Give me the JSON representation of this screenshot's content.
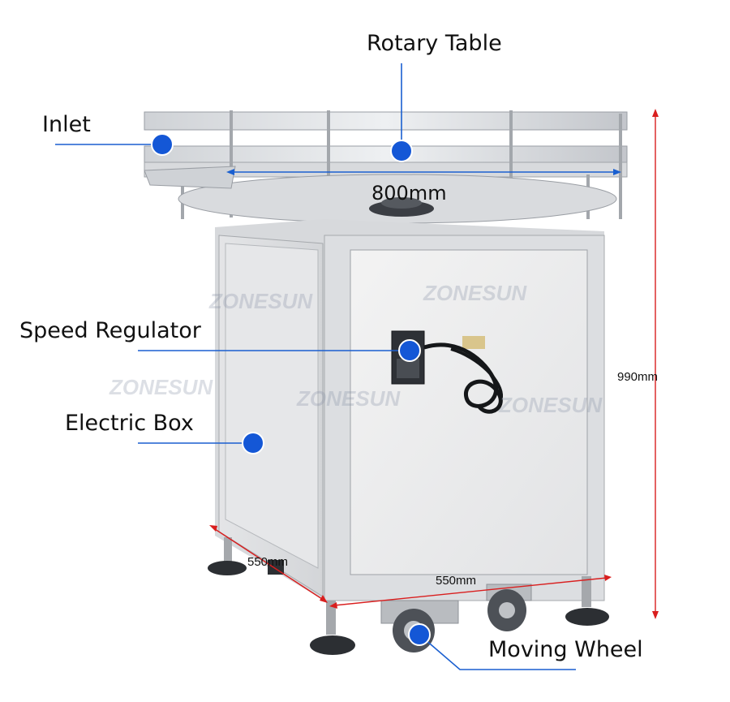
{
  "callouts": {
    "rotary_table": "Rotary Table",
    "inlet": "Inlet",
    "speed_regulator": "Speed Regulator",
    "electric_box": "Electric Box",
    "moving_wheel": "Moving Wheel"
  },
  "dimensions": {
    "diameter": "800mm",
    "height": "990mm",
    "depth": "550mm",
    "width": "550mm"
  },
  "watermark": "ZONESUN",
  "colors": {
    "marker": "#1457d6",
    "leader": "#1a5fd0",
    "dimension": "#d91e1e"
  }
}
